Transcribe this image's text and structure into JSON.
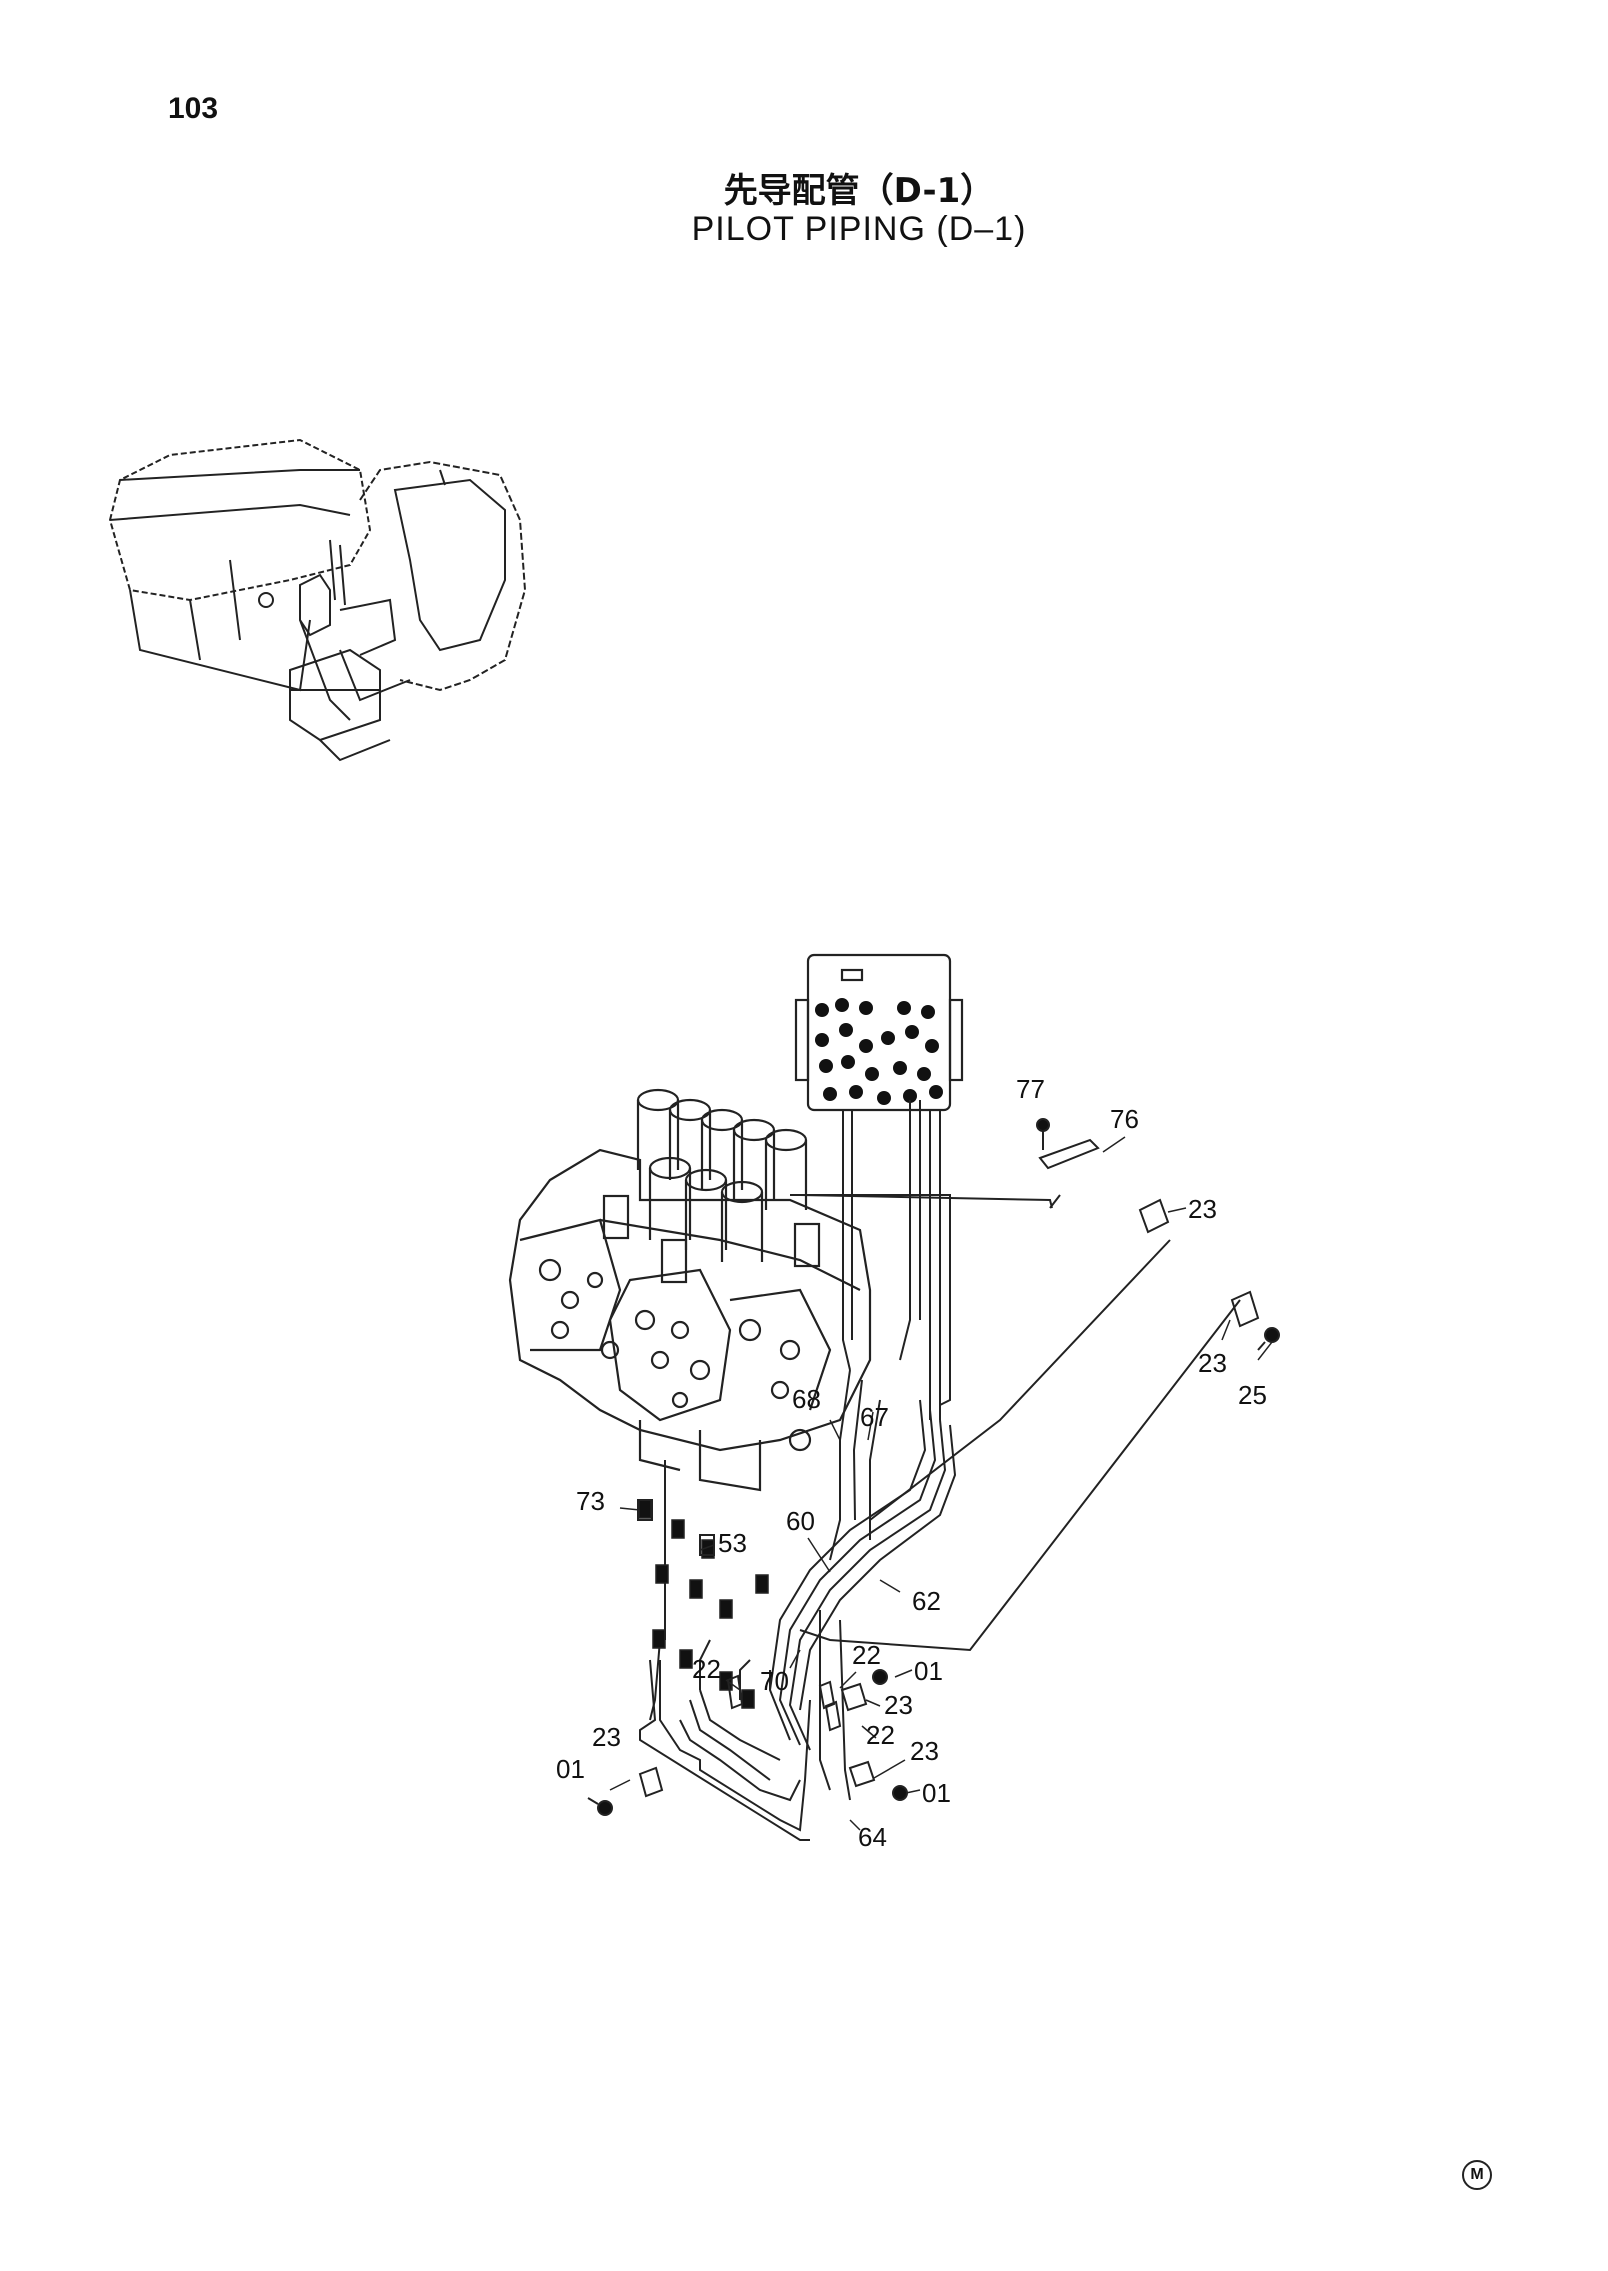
{
  "page_number": "103",
  "title_cn": "先导配管（D-1）",
  "title_en": "PILOT PIPING (D–1)",
  "callouts": {
    "c77": "77",
    "c76": "76",
    "c23a": "23",
    "c23b": "23",
    "c25": "25",
    "c68": "68",
    "c67": "67",
    "c73": "73",
    "c53": "53",
    "c60": "60",
    "c62": "62",
    "c22a": "22",
    "c70": "70",
    "c22b": "22",
    "c01a": "01",
    "c23c": "23",
    "c22c": "22",
    "c23d": "23",
    "c01b": "01",
    "c23e": "23",
    "c01c": "01",
    "c64": "64"
  },
  "corner_mark": "M"
}
